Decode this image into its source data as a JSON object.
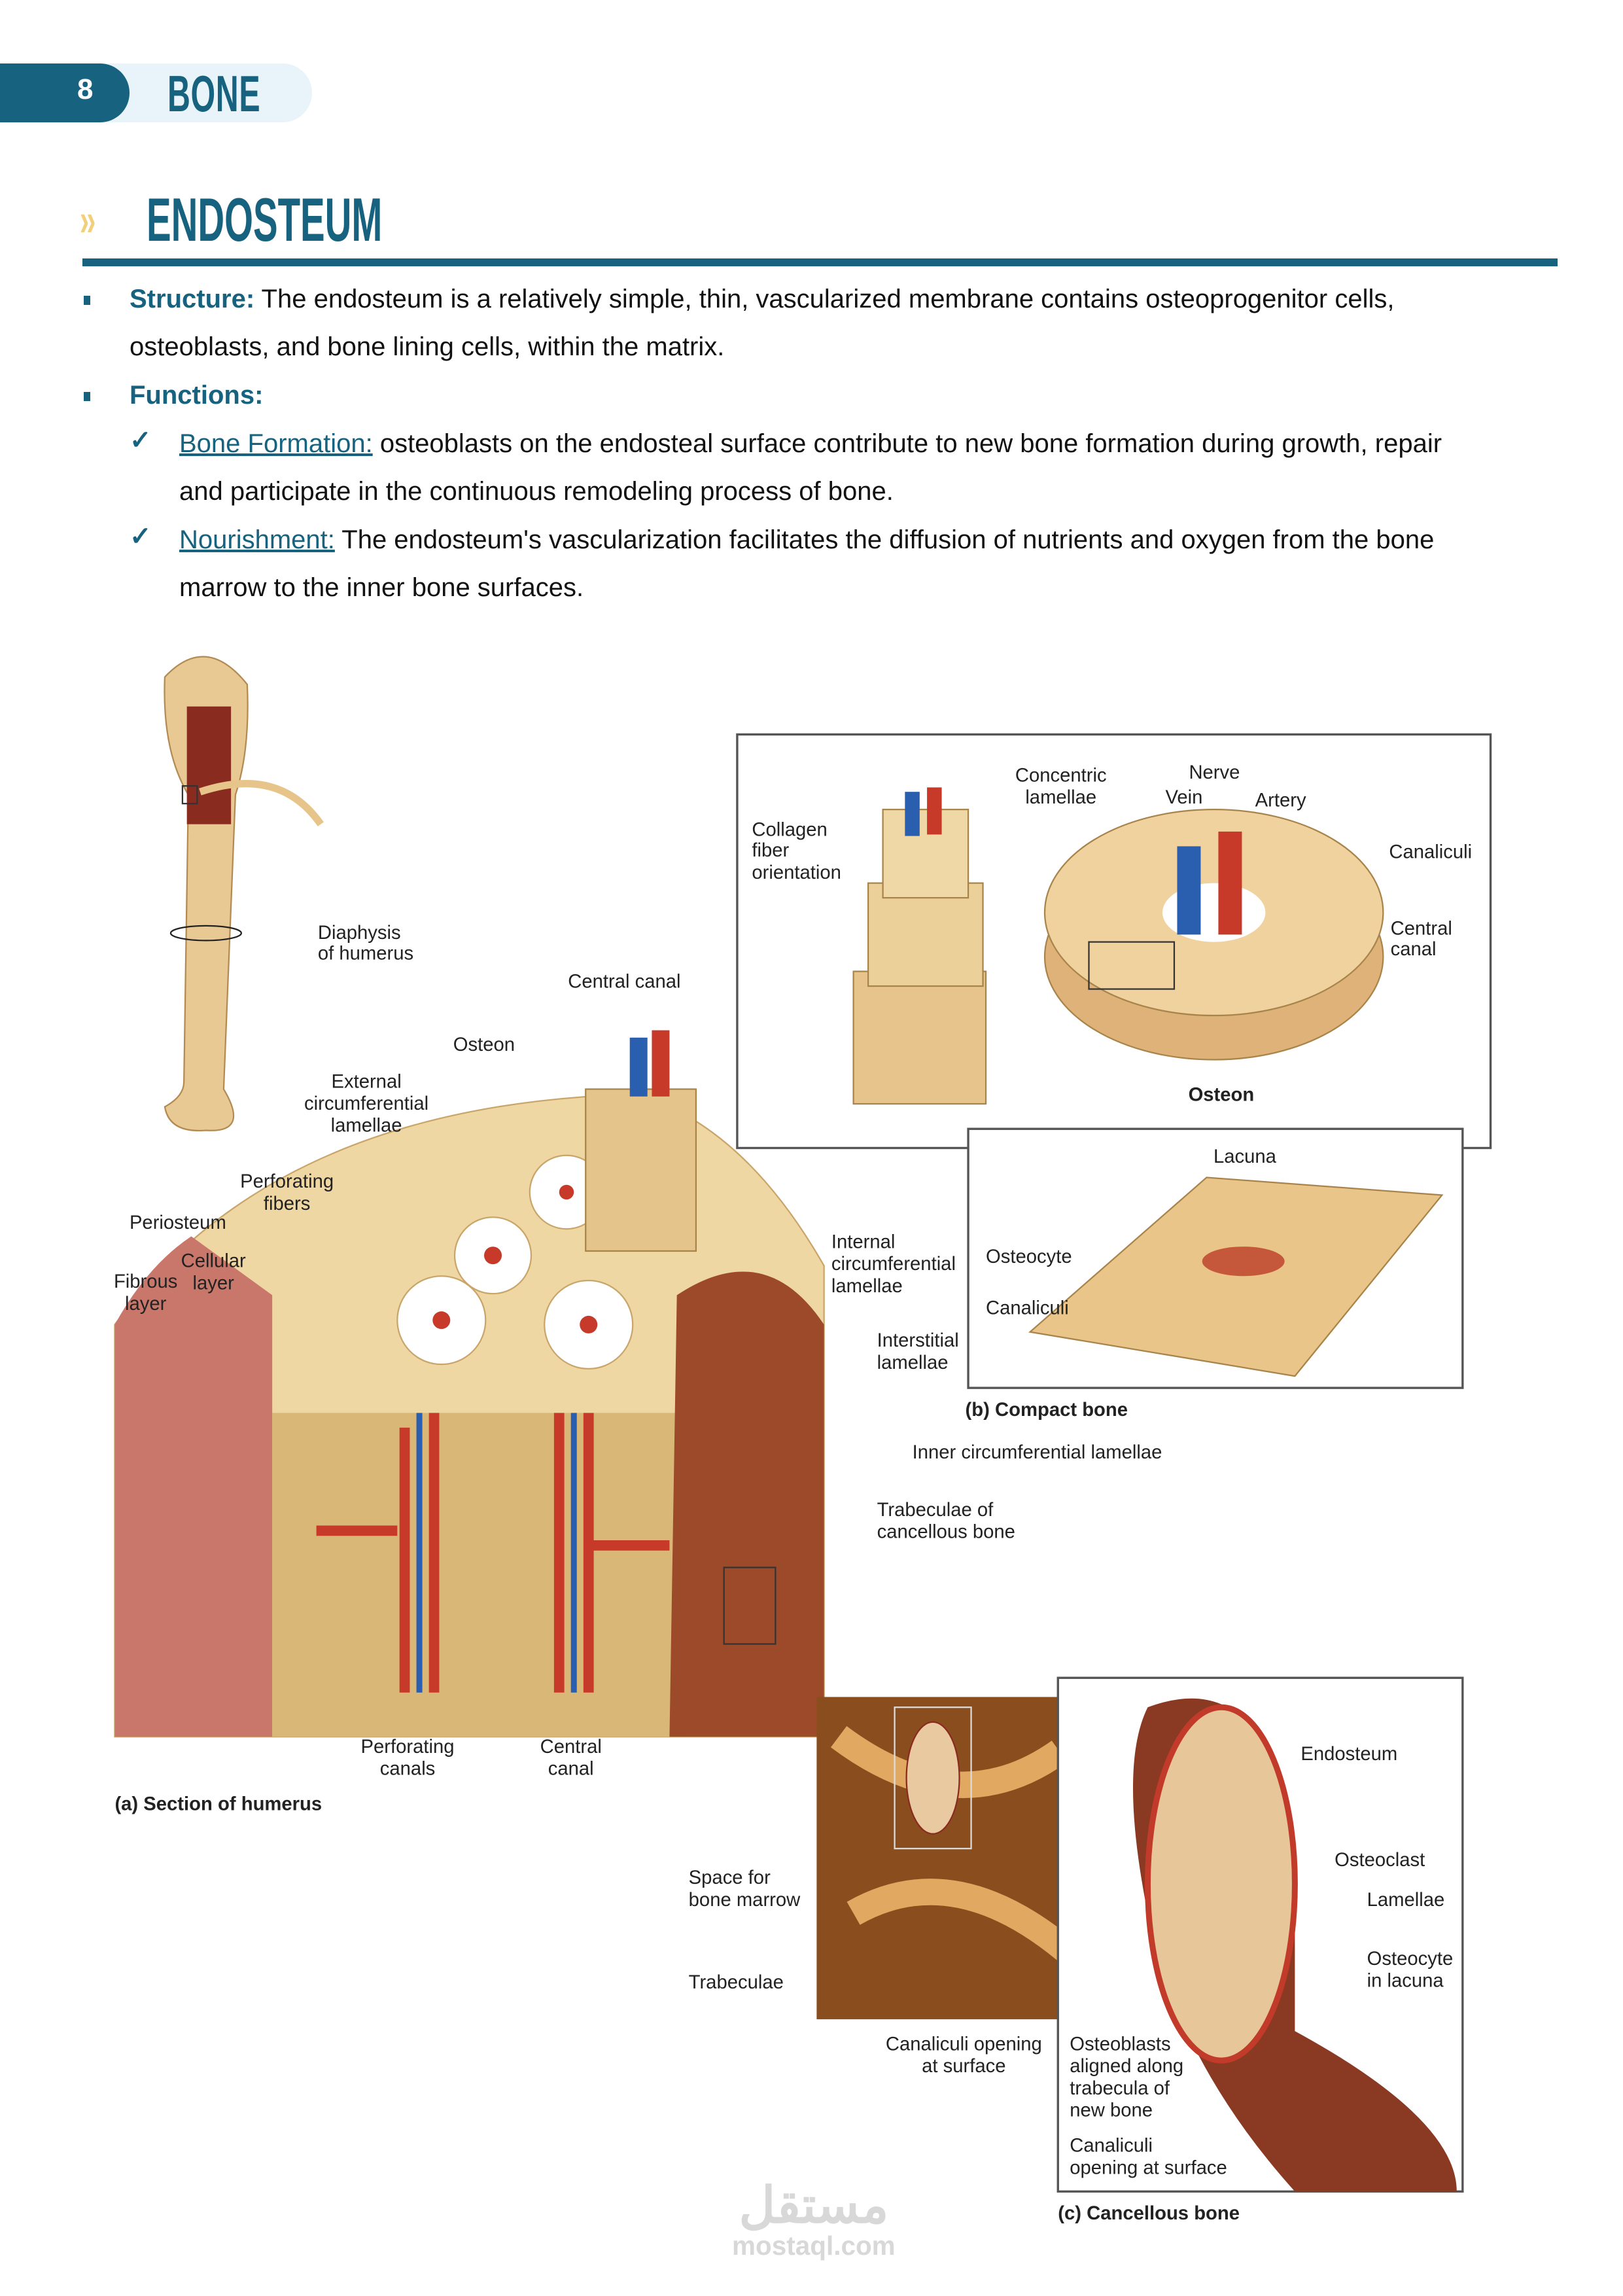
{
  "header": {
    "page_number": "8",
    "chapter": "BONE"
  },
  "section": {
    "chevron": "››",
    "title": "ENDOSTEUM"
  },
  "content": {
    "structure": {
      "label": "Structure:",
      "line1": " The endosteum is a relatively simple, thin, vascularized membrane contains osteoprogenitor cells,",
      "line2": "osteoblasts, and bone lining cells, within the matrix."
    },
    "functions_label": "Functions:",
    "functions": [
      {
        "check": "✓",
        "label": "Bone Formation:",
        "line1": " osteoblasts on the endosteal surface contribute to new bone formation during growth, repair",
        "line2": "and participate in the continuous remodeling process of bone."
      },
      {
        "check": "✓",
        "label": "Nourishment:",
        "line1": " The endosteum's vascularization facilitates the diffusion of nutrients and oxygen from the bone",
        "line2": "marrow to the inner bone surfaces."
      }
    ]
  },
  "figure": {
    "a": {
      "diaphysis": [
        "Diaphysis",
        "of humerus"
      ],
      "central_canal_top": "Central canal",
      "osteon": "Osteon",
      "external_lamellae": [
        "External",
        "circumferential",
        "lamellae"
      ],
      "perforating_fibers": [
        "Perforating",
        "fibers"
      ],
      "periosteum": "Periosteum",
      "cellular_layer": [
        "Cellular",
        "layer"
      ],
      "fibrous_layer": [
        "Fibrous",
        "layer"
      ],
      "internal_lamellae": [
        "Internal",
        "circumferential",
        "lamellae"
      ],
      "interstitial_lamellae": [
        "Interstitial",
        "lamellae"
      ],
      "inner_lamellae": "Inner circumferential lamellae",
      "trabeculae": [
        "Trabeculae of",
        "cancellous bone"
      ],
      "perforating_canals": [
        "Perforating",
        "canals"
      ],
      "central_canal_bottom": [
        "Central",
        "canal"
      ],
      "caption": "(a) Section of humerus"
    },
    "b": {
      "collagen": [
        "Collagen",
        "fiber",
        "orientation"
      ],
      "concentric": [
        "Concentric",
        "lamellae"
      ],
      "nerve": "Nerve",
      "vein": "Vein",
      "artery": "Artery",
      "canaliculi": "Canaliculi",
      "central_canal": [
        "Central",
        "canal"
      ],
      "osteon": "Osteon",
      "lacuna": "Lacuna",
      "osteocyte": "Osteocyte",
      "canaliculi2": "Canaliculi",
      "caption": "(b) Compact bone"
    },
    "c": {
      "space_marrow": [
        "Space for",
        "bone marrow"
      ],
      "trabeculae": "Trabeculae",
      "canaliculi_opening": [
        "Canaliculi opening",
        "at surface"
      ],
      "endosteum": "Endosteum",
      "osteoclast": "Osteoclast",
      "lamellae": "Lamellae",
      "osteocyte": [
        "Osteocyte",
        "in lacuna"
      ],
      "osteoblasts": [
        "Osteoblasts",
        "aligned along",
        "trabecula of",
        "new bone"
      ],
      "canaliculi_opening2": [
        "Canaliculi",
        "opening at surface"
      ],
      "caption": "(c) Cancellous bone"
    },
    "watermark": {
      "arabic": "مستقل",
      "latin": "mostaql.com"
    }
  }
}
